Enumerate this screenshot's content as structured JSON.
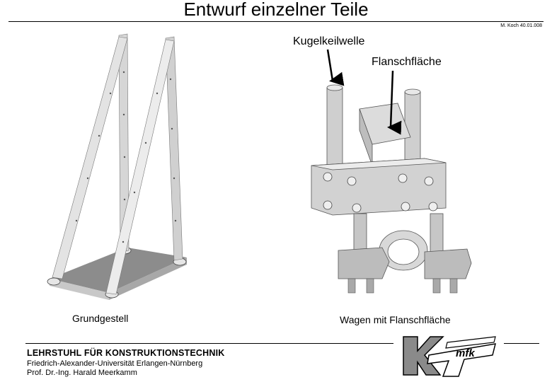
{
  "header": {
    "title": "Entwurf einzelner Teile",
    "author": "M. Koch 40.01.008"
  },
  "figures": {
    "left_caption": "Grundgestell",
    "right_caption": "Wagen mit Flanschfläche",
    "callouts": {
      "kugelkeilwelle": "Kugelkeilwelle",
      "flanschflaeche": "Flanschfläche"
    }
  },
  "footer": {
    "chair": "LEHRSTUHL FÜR KONSTRUKTIONSTECHNIK",
    "university": "Friedrich-Alexander-Universität Erlangen-Nürnberg",
    "professor": "Prof. Dr.-Ing. Harald Meerkamm",
    "logo_text": "mfk"
  }
}
